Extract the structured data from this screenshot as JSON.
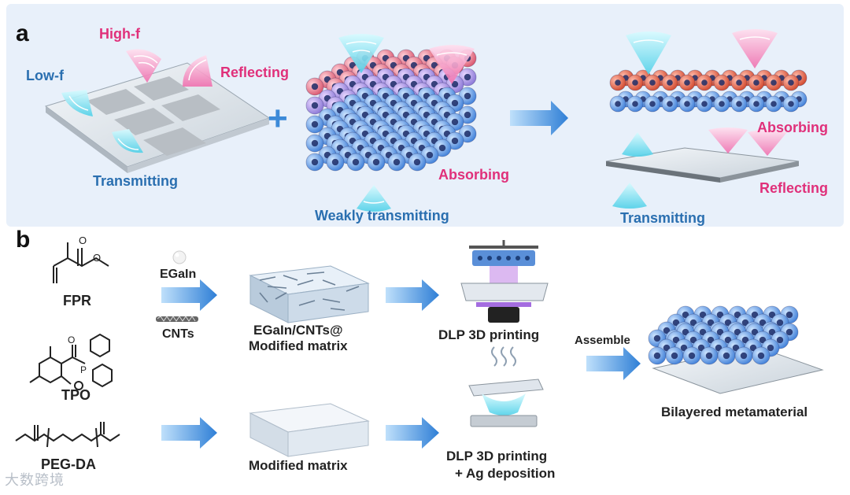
{
  "panel_a": {
    "letter": "a",
    "left": {
      "high_f": "High-f",
      "low_f": "Low-f",
      "reflecting": "Reflecting",
      "transmitting": "Transmitting"
    },
    "plus": "+",
    "middle": {
      "absorbing": "Absorbing",
      "weakly_transmitting": "Weakly transmitting"
    },
    "right": {
      "absorbing": "Absorbing",
      "reflecting": "Reflecting",
      "transmitting": "Transmitting"
    }
  },
  "panel_b": {
    "letter": "b",
    "chemicals": {
      "fpr": "FPR",
      "tpo": "TPO",
      "pegda": "PEG-DA"
    },
    "top_row": {
      "egain": "EGaIn",
      "cnts": "CNTs",
      "matrix_line1": "EGaIn/CNTs@",
      "matrix_line2": "Modified matrix",
      "print": "DLP 3D printing"
    },
    "bottom_row": {
      "matrix": "Modified matrix",
      "print_line1": "DLP 3D printing",
      "print_line2": "+ Ag deposition"
    },
    "assemble": "Assemble",
    "result": "Bilayered metamaterial"
  },
  "watermark": "大数跨境",
  "colors": {
    "panel_bg": "#e8f0fa",
    "blue_text": "#2a6fb0",
    "pink_text": "#e0307a",
    "arrow": "#3c8ad8"
  }
}
